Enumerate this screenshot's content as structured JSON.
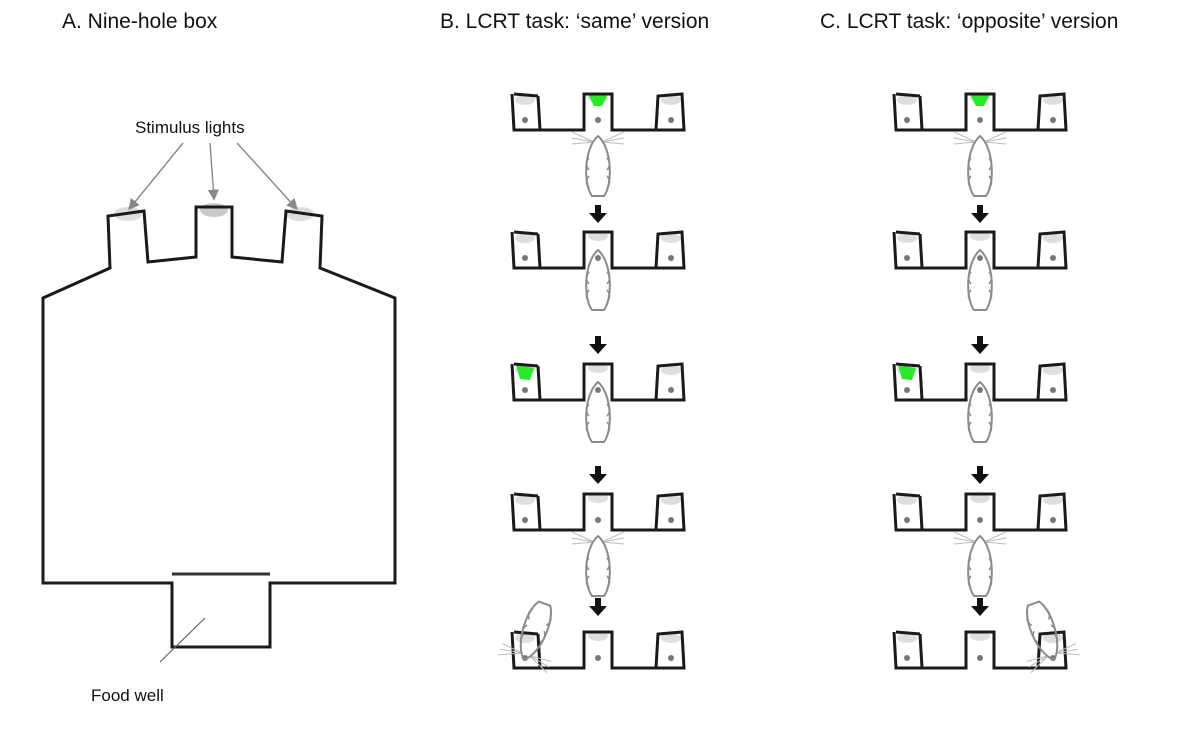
{
  "panels": {
    "a": {
      "title": "A. Nine-hole box",
      "stimulus_label": "Stimulus lights",
      "food_label": "Food well"
    },
    "b": {
      "title": "B. LCRT task: ‘same’ version"
    },
    "c": {
      "title": "C. LCRT task: ‘opposite’ version"
    }
  },
  "sequences": {
    "same": [
      {
        "lit": "center",
        "rat": "center-whiskers"
      },
      {
        "lit": "none",
        "rat": "center-nose"
      },
      {
        "lit": "left",
        "rat": "center-nose"
      },
      {
        "lit": "none",
        "rat": "center-whiskers"
      },
      {
        "lit": "none",
        "rat": "left-hole"
      }
    ],
    "opposite": [
      {
        "lit": "center",
        "rat": "center-whiskers"
      },
      {
        "lit": "none",
        "rat": "center-nose"
      },
      {
        "lit": "left",
        "rat": "center-nose"
      },
      {
        "lit": "none",
        "rat": "center-whiskers"
      },
      {
        "lit": "none",
        "rat": "right-hole"
      }
    ]
  },
  "colors": {
    "outline": "#1a1a1a",
    "light": "#29e829",
    "rat": "#8a8a8a",
    "glow": "#c8c8c8"
  },
  "icons": {
    "arrow": "down-arrow-icon",
    "rat": "rat-icon"
  }
}
